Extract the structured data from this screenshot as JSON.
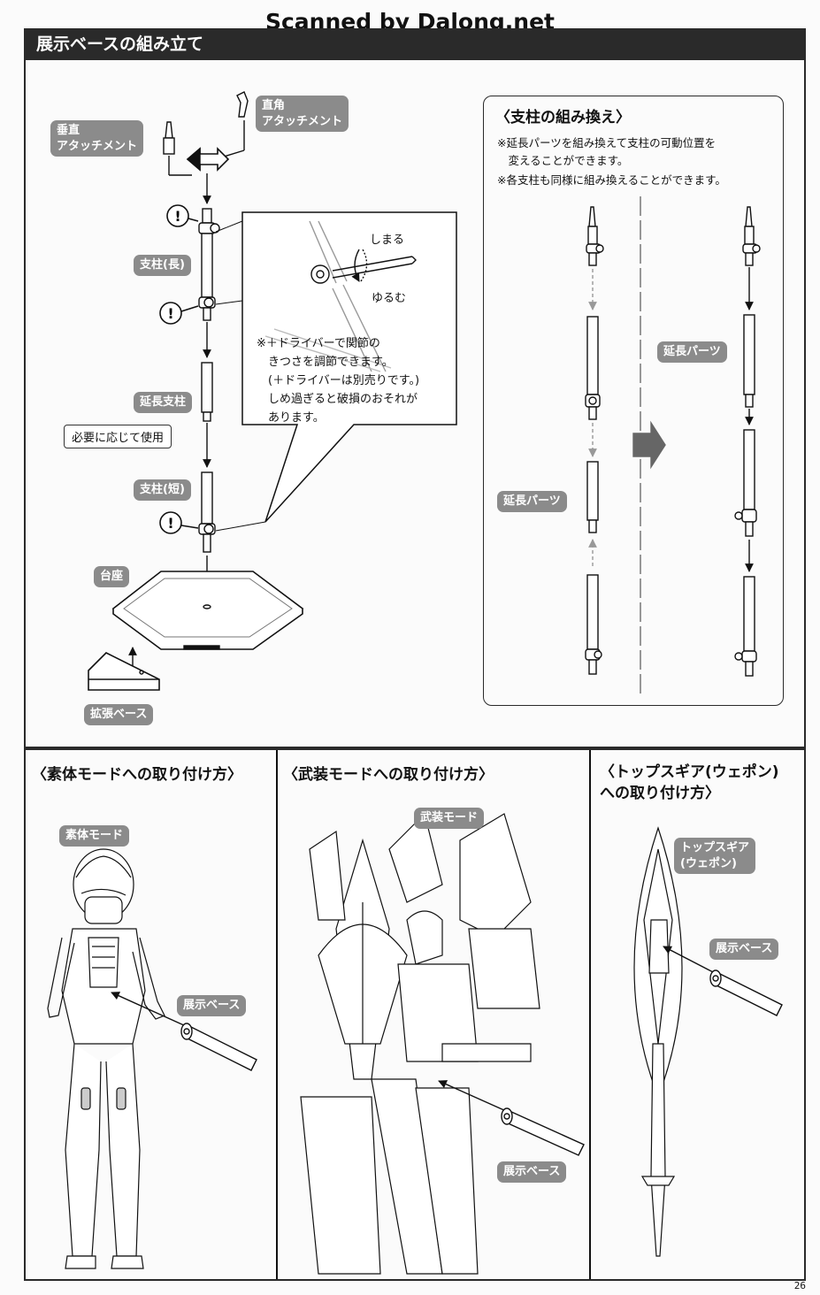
{
  "watermark": "Scanned by Dalong.net",
  "header": {
    "title": "展示ベースの組み立て"
  },
  "assembly": {
    "vertical_attachment": "垂直\nアタッチメント",
    "right_angle_attachment": "直角\nアタッチメント",
    "pillar_long": "支柱(長)",
    "extension_pillar": "延長支柱",
    "use_if_needed": "必要に応じて使用",
    "pillar_short": "支柱(短)",
    "pedestal": "台座",
    "expansion_base": "拡張ベース",
    "tighten": "しまる",
    "loosen": "ゆるむ",
    "callout_note": "※＋ドライバーで関節の\n　きつさを調節できます。\n　(＋ドライバーは別売りです。)\n　しめ過ぎると破損のおそれが\n　あります。"
  },
  "rearrange": {
    "title": "〈支柱の組み換え〉",
    "note1": "※延長パーツを組み換えて支柱の可動位置を\n　変えることができます。",
    "note2": "※各支柱も同様に組み換えることができます。",
    "extension_parts_left": "延長パーツ",
    "extension_parts_right": "延長パーツ"
  },
  "bottom": {
    "panel1": {
      "title": "〈素体モードへの取り付け方〉",
      "mode_label": "素体モード",
      "base_label": "展示ベース"
    },
    "panel2": {
      "title": "〈武装モードへの取り付け方〉",
      "mode_label": "武装モード",
      "base_label": "展示ベース"
    },
    "panel3": {
      "title": "〈トップスギア(ウェポン)\nへの取り付け方〉",
      "mode_label": "トップスギア\n(ウェポン)",
      "base_label": "展示ベース"
    }
  },
  "page_number": "26"
}
